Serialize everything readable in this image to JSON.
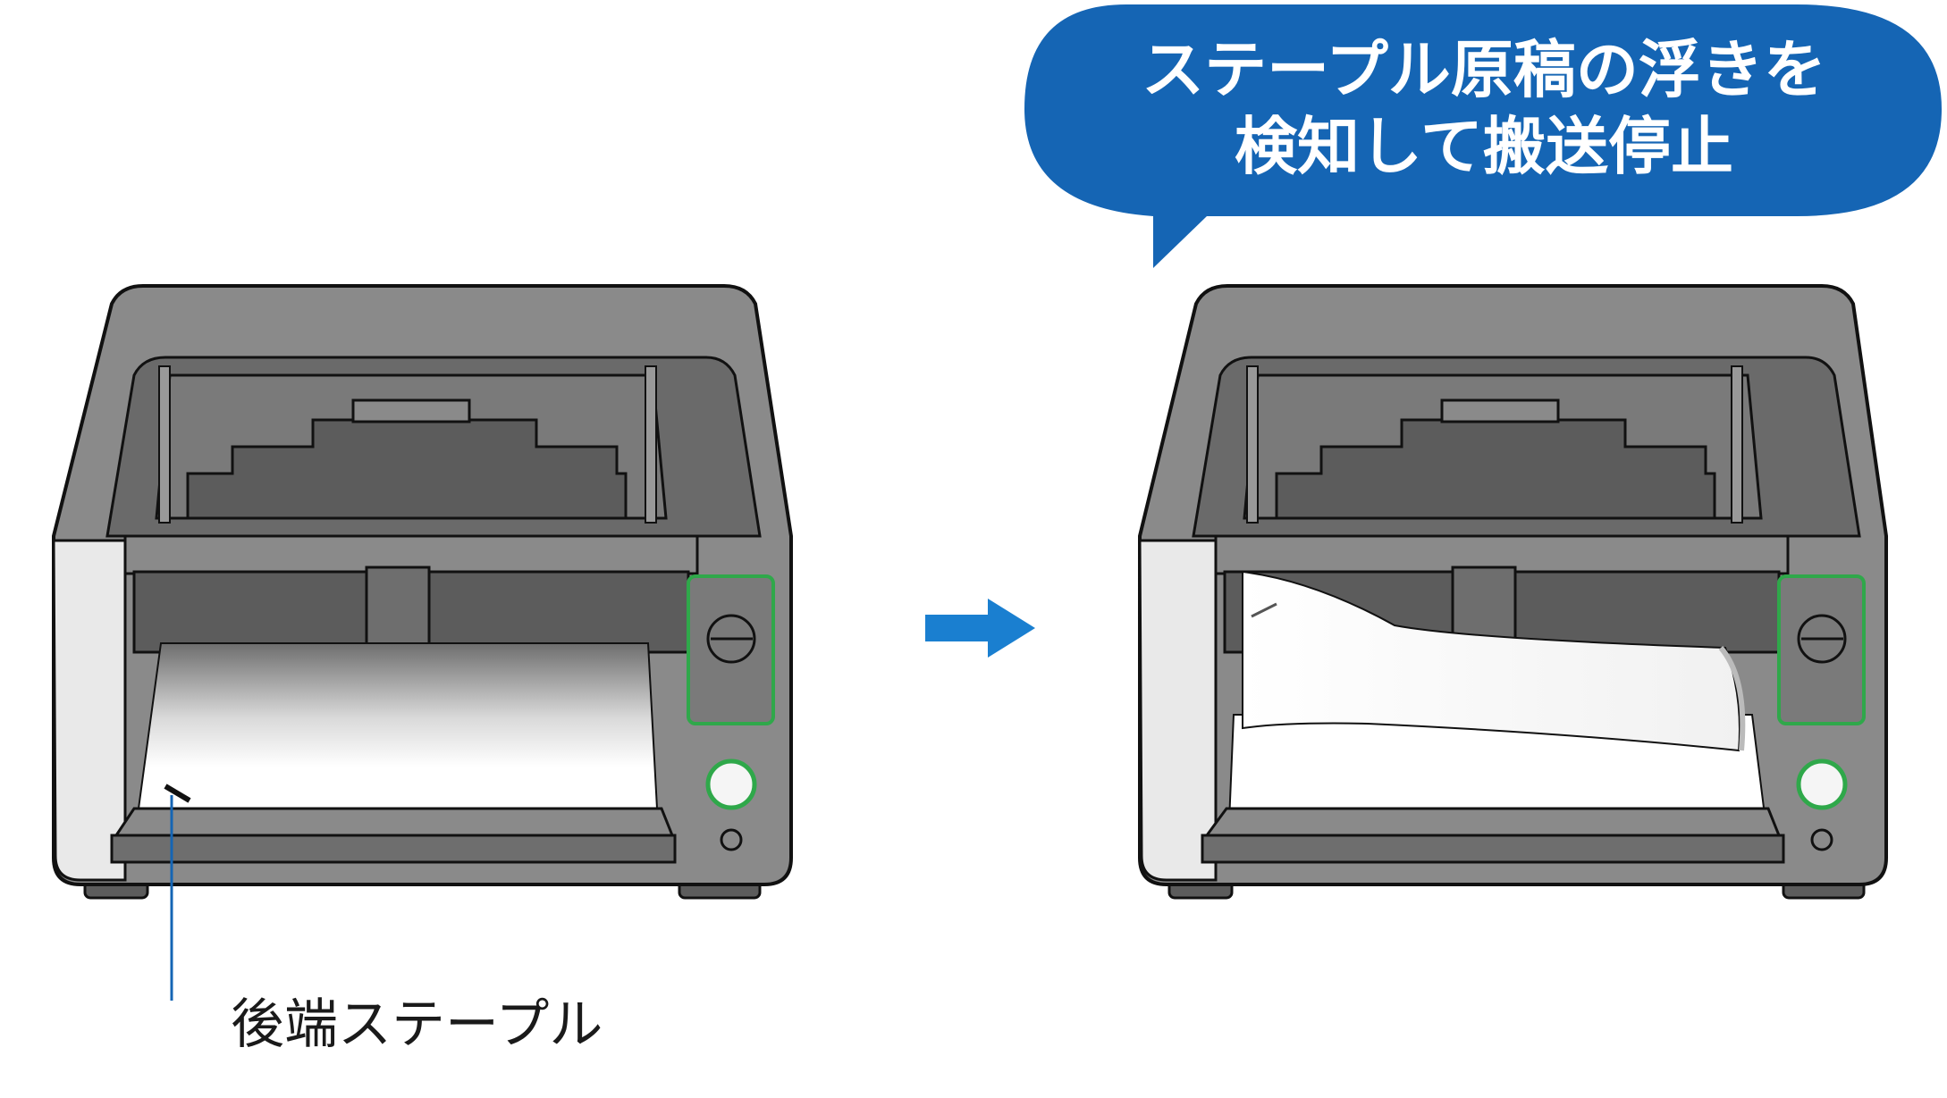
{
  "callout": {
    "line1": "ステープル原稿の浮きを",
    "line2": "検知して搬送停止",
    "color": "#1565b4"
  },
  "staple_label": "後端ステープル",
  "arrow": {
    "icon": "right-arrow-icon",
    "color": "#1a7fd0"
  },
  "colors": {
    "scanner_body": "#8a8a8a",
    "scanner_dark": "#5c5c5c",
    "outline": "#111111",
    "panel_green": "#2fa84a",
    "side_panel": "#e9e9e9"
  }
}
